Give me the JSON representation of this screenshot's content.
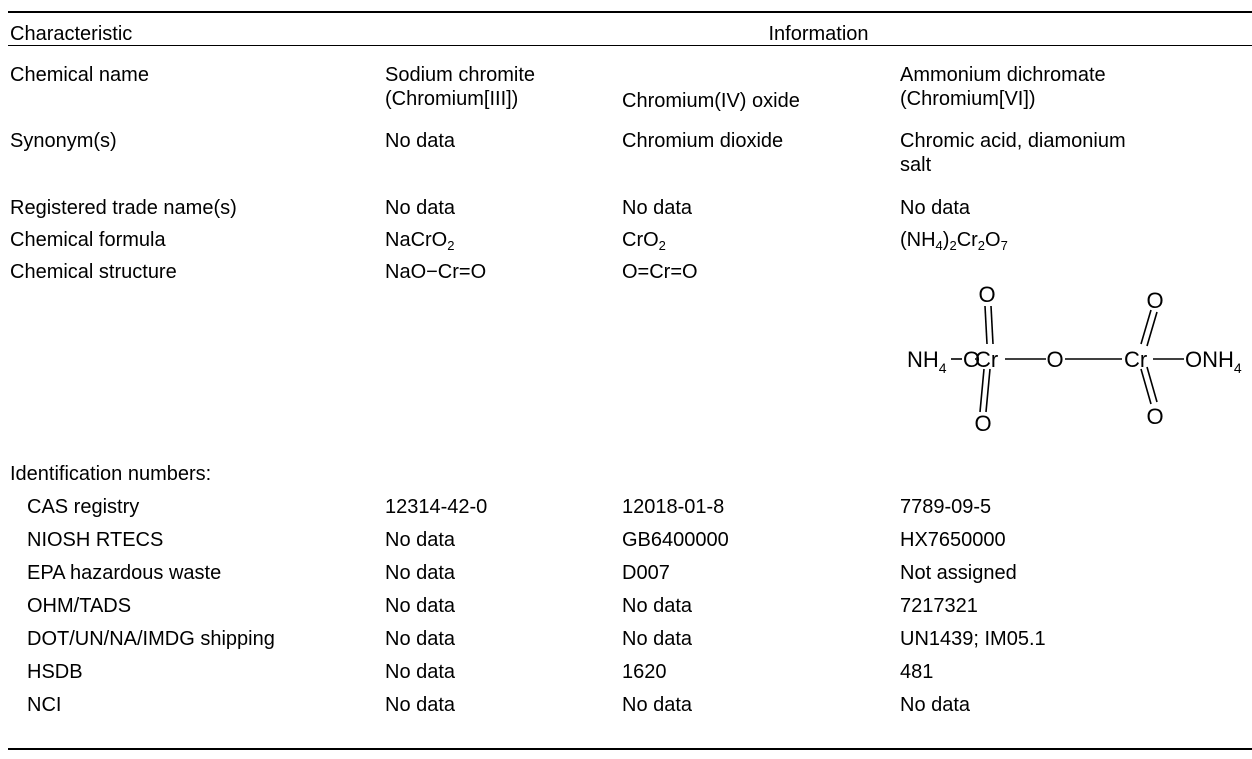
{
  "header": {
    "characteristic": "Characteristic",
    "information": "Information"
  },
  "rows": {
    "chemical_name": {
      "label": "Chemical name",
      "c1_line1": "Sodium chromite",
      "c1_line2": "(Chromium[III])",
      "c2": "Chromium(IV) oxide",
      "c3_line1": "Ammonium dichromate",
      "c3_line2": "(Chromium[VI])"
    },
    "synonyms": {
      "label": "Synonym(s)",
      "c1": "No data",
      "c2": "Chromium dioxide",
      "c3_line1": "Chromic acid, diamonium",
      "c3_line2": "salt"
    },
    "trade_names": {
      "label": "Registered trade name(s)",
      "c1": "No data",
      "c2": "No data",
      "c3": "No data"
    },
    "formula": {
      "label": "Chemical formula",
      "c1": {
        "a": "NaCrO",
        "s1": "2"
      },
      "c2": {
        "a": "CrO",
        "s1": "2"
      },
      "c3": {
        "a": "(NH",
        "s1": "4",
        "b": ")",
        "s2": "2",
        "c": "Cr",
        "s3": "2",
        "d": "O",
        "s4": "7"
      }
    },
    "structure": {
      "label": "Chemical structure",
      "c1": "NaO−Cr=O",
      "c2": "O=Cr=O",
      "diagram": {
        "o": "O",
        "cr": "Cr",
        "nh": "NH",
        "nh_sub": "4",
        "onh": "ONH"
      }
    },
    "identification": {
      "label": "Identification numbers:",
      "items": [
        {
          "label": "CAS registry",
          "c1": "12314-42-0",
          "c2": "12018-01-8",
          "c3": "7789-09-5"
        },
        {
          "label": "NIOSH RTECS",
          "c1": "No data",
          "c2": "GB6400000",
          "c3": "HX7650000"
        },
        {
          "label": "EPA hazardous waste",
          "c1": "No data",
          "c2": "D007",
          "c3": "Not assigned"
        },
        {
          "label": "OHM/TADS",
          "c1": "No data",
          "c2": "No data",
          "c3": "7217321"
        },
        {
          "label": "DOT/UN/NA/IMDG shipping",
          "c1": "No data",
          "c2": "No data",
          "c3": "UN1439; IM05.1"
        },
        {
          "label": "HSDB",
          "c1": "No data",
          "c2": "1620",
          "c3": "481"
        },
        {
          "label": "NCI",
          "c1": "No data",
          "c2": "No data",
          "c3": "No data"
        }
      ]
    }
  }
}
